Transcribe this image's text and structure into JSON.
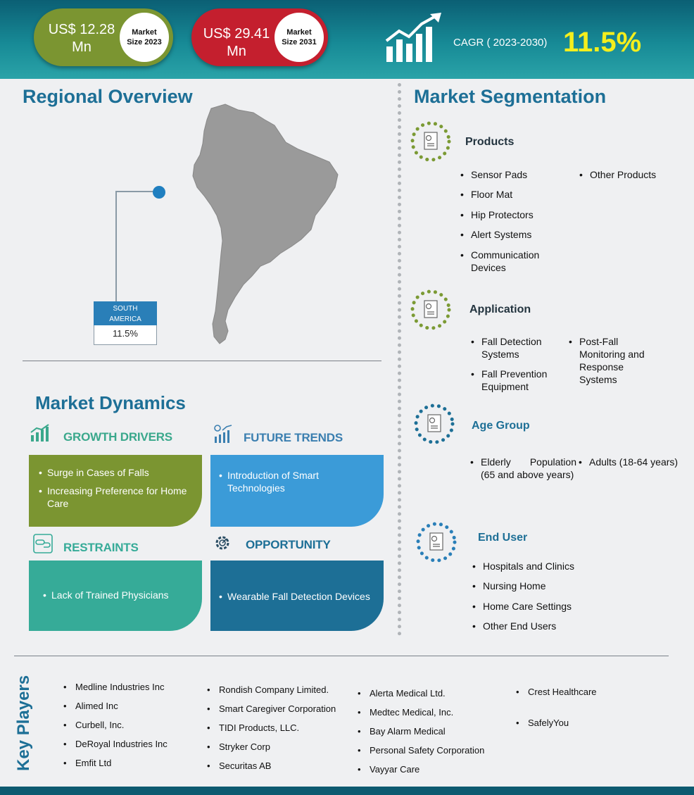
{
  "header": {
    "market_2023": {
      "amount_line1": "US$ 12.28",
      "amount_line2": "Mn",
      "label_line1": "Market",
      "label_line2": "Size 2023"
    },
    "market_2031": {
      "amount_line1": "US$ 29.41",
      "amount_line2": "Mn",
      "label_line1": "Market",
      "label_line2": "Size 2031"
    },
    "cagr_label": "CAGR ( 2023-2030)",
    "cagr_value": "11.5%"
  },
  "regional": {
    "title": "Regional Overview",
    "region_line1": "SOUTH",
    "region_line2": "AMERICA",
    "region_value": "11.5%"
  },
  "dynamics": {
    "title": "Market Dynamics",
    "growth": {
      "title": "GROWTH DRIVERS",
      "items": [
        "Surge in Cases of Falls",
        "Increasing Preference for Home Care"
      ]
    },
    "trends": {
      "title": "FUTURE TRENDS",
      "items": [
        "Introduction of Smart Technologies"
      ]
    },
    "restraints": {
      "title": "RESTRAINTS",
      "items": [
        "Lack of Trained Physicians"
      ]
    },
    "opportunity": {
      "title": "OPPORTUNITY",
      "items": [
        "Wearable Fall Detection Devices"
      ]
    }
  },
  "segmentation": {
    "title": "Market Segmentation",
    "products": {
      "title": "Products",
      "items": [
        "Sensor Pads",
        "Floor Mat",
        "Hip Protectors",
        "Alert Systems",
        "Communication Devices",
        "Other Products"
      ]
    },
    "application": {
      "title": "Application",
      "items": [
        "Fall Detection Systems",
        "Fall Prevention Equipment",
        "Post-Fall Monitoring and Response Systems"
      ]
    },
    "age_group": {
      "title": "Age Group",
      "items": [
        "Elderly Population (65 and above years)",
        "Adults (18-64 years)"
      ]
    },
    "end_user": {
      "title": "End User",
      "items": [
        "Hospitals and Clinics",
        "Nursing Home",
        "Home Care Settings",
        "Other End Users"
      ]
    }
  },
  "key_players": {
    "title": "Key Players",
    "col1": [
      "Medline Industries Inc",
      "Alimed Inc",
      "Curbell, Inc.",
      "DeRoyal Industries Inc",
      "Emfit Ltd"
    ],
    "col2": [
      "Rondish Company Limited.",
      "Smart Caregiver Corporation",
      "TIDI Products, LLC.",
      "Stryker Corp",
      "Securitas AB"
    ],
    "col3": [
      "Alerta Medical Ltd.",
      "Medtec Medical, Inc.",
      "Bay Alarm Medical",
      "Personal Safety Corporation",
      "Vayyar Care"
    ],
    "col4": [
      "Crest Healthcare",
      "SafelyYou"
    ]
  },
  "colors": {
    "teal_header": "#178a96",
    "olive": "#7b9531",
    "red": "#c41f2e",
    "yellow": "#f4ee1d",
    "title_blue": "#1d6f96",
    "growth_box": "#7b9531",
    "trends_box": "#3b9bd8",
    "restraints_box": "#36ab98",
    "opportunity_box": "#1d6f96"
  }
}
